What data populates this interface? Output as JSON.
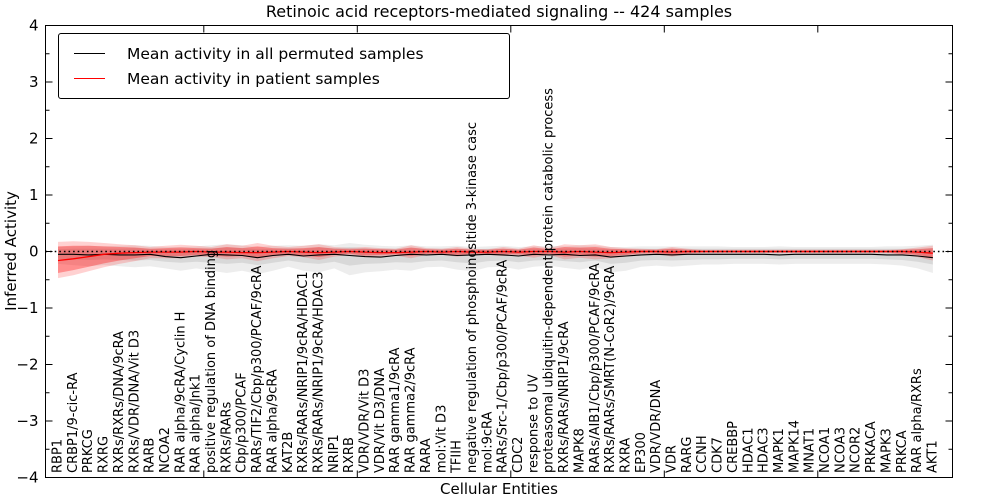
{
  "chart_data": {
    "type": "line",
    "title": "Retinoic acid receptors-mediated signaling -- 424 samples",
    "xlabel": "Cellular Entities",
    "ylabel": "Inferred Activity",
    "ylim": [
      -4,
      4
    ],
    "yticks_major": [
      -4,
      -3,
      -2,
      -1,
      0,
      1,
      2,
      3,
      4
    ],
    "ytick_minor_step": 0.5,
    "xticks_major_indices": [
      10,
      20,
      30,
      40,
      50
    ],
    "grid": false,
    "legend_position": "upper-left",
    "zero_line": {
      "y": 0,
      "style": "dotted",
      "color": "#000000"
    },
    "categories": [
      "RBP1",
      "CRBP1/9-cic-RA",
      "PRKCG",
      "RXRG",
      "RXRs/RXRs/DNA/9cRA",
      "RXRs/VDR/DNA/Vit D3",
      "RARB",
      "NCOA2",
      "RAR alpha/9cRA/Cyclin H",
      "RAR alpha/Jnk1",
      "positive regulation of DNA binding",
      "RXRs/RARs",
      "Cbp/p300/PCAF",
      "RARs/TIF2/Cbp/p300/PCAF/9cRA",
      "RAR alpha/9cRA",
      "KAT2B",
      "RXRs/RARs/NRIP1/9cRA/HDAC1",
      "RXRs/RARs/NRIP1/9cRA/HDAC3",
      "NRIP1",
      "RXRB",
      "VDR/VDR/Vit D3",
      "VDR/Vit D3/DNA",
      "RAR gamma1/9cRA",
      "RAR gamma2/9cRA",
      "RARA",
      "mol:Vit D3",
      "TFIIH",
      "negative regulation of phosphoinositide 3-kinase casc",
      "mol:9cRA",
      "RARs/Src-1/Cbp/p300/PCAF/9cRA",
      "CDC2",
      "response to UV",
      "proteasomal ubiquitin-dependent protein catabolic process",
      "RXRs/RARs/NRIP1/9cRA",
      "MAPK8",
      "RARs/AIB1/Cbp/p300/PCAF/9cRA",
      "RXRs/RARs/SMRT(N-CoR2)/9cRA",
      "RXRA",
      "EP300",
      "VDR/VDR/DNA",
      "VDR",
      "RARG",
      "CCNH",
      "CDK7",
      "CREBBP",
      "HDAC1",
      "HDAC3",
      "MAPK1",
      "MAPK14",
      "MNAT1",
      "NCOA1",
      "NCOA3",
      "NCOR2",
      "PRKACA",
      "MAPK3",
      "PRKCA",
      "RAR alpha/RXRs",
      "AKT1"
    ],
    "series": [
      {
        "name": "Mean activity in all permuted samples",
        "color": "#000000",
        "band_color": "#888888",
        "mean": [
          -0.05,
          -0.05,
          -0.06,
          -0.05,
          -0.06,
          -0.06,
          -0.05,
          -0.09,
          -0.11,
          -0.08,
          -0.05,
          -0.06,
          -0.07,
          -0.11,
          -0.07,
          -0.05,
          -0.08,
          -0.06,
          -0.05,
          -0.07,
          -0.09,
          -0.1,
          -0.07,
          -0.05,
          -0.06,
          -0.05,
          -0.07,
          -0.06,
          -0.05,
          -0.06,
          -0.08,
          -0.05,
          -0.06,
          -0.05,
          -0.07,
          -0.06,
          -0.1,
          -0.08,
          -0.06,
          -0.05,
          -0.06,
          -0.05,
          -0.05,
          -0.05,
          -0.05,
          -0.05,
          -0.05,
          -0.06,
          -0.05,
          -0.05,
          -0.05,
          -0.05,
          -0.05,
          -0.05,
          -0.06,
          -0.06,
          -0.08,
          -0.11
        ],
        "band_inner_upper": [
          0.04,
          0.05,
          0.05,
          0.05,
          0.05,
          0.06,
          0.05,
          0.04,
          0.04,
          0.05,
          0.06,
          0.07,
          0.06,
          0.04,
          0.05,
          0.06,
          0.05,
          0.07,
          0.06,
          0.08,
          0.06,
          0.05,
          0.05,
          0.06,
          0.05,
          0.05,
          0.05,
          0.04,
          0.05,
          0.05,
          0.04,
          0.05,
          0.05,
          0.05,
          0.06,
          0.05,
          0.04,
          0.04,
          0.05,
          0.05,
          0.05,
          0.05,
          0.05,
          0.05,
          0.05,
          0.05,
          0.05,
          0.05,
          0.05,
          0.05,
          0.05,
          0.05,
          0.05,
          0.05,
          0.05,
          0.05,
          0.05,
          0.06
        ],
        "band_inner_lower": [
          -0.13,
          -0.14,
          -0.15,
          -0.14,
          -0.15,
          -0.16,
          -0.15,
          -0.18,
          -0.2,
          -0.18,
          -0.2,
          -0.22,
          -0.2,
          -0.24,
          -0.2,
          -0.16,
          -0.2,
          -0.22,
          -0.18,
          -0.25,
          -0.22,
          -0.21,
          -0.19,
          -0.2,
          -0.17,
          -0.16,
          -0.19,
          -0.21,
          -0.17,
          -0.16,
          -0.19,
          -0.16,
          -0.15,
          -0.17,
          -0.19,
          -0.16,
          -0.22,
          -0.2,
          -0.16,
          -0.15,
          -0.16,
          -0.15,
          -0.14,
          -0.14,
          -0.13,
          -0.13,
          -0.13,
          -0.14,
          -0.13,
          -0.13,
          -0.13,
          -0.13,
          -0.13,
          -0.13,
          -0.14,
          -0.15,
          -0.18,
          -0.23
        ],
        "band_outer_upper": [
          0.08,
          0.09,
          0.1,
          0.09,
          0.1,
          0.11,
          0.1,
          0.08,
          0.08,
          0.09,
          0.11,
          0.13,
          0.11,
          0.08,
          0.1,
          0.11,
          0.1,
          0.13,
          0.11,
          0.15,
          0.12,
          0.1,
          0.09,
          0.11,
          0.09,
          0.09,
          0.1,
          0.08,
          0.09,
          0.1,
          0.08,
          0.09,
          0.1,
          0.09,
          0.11,
          0.1,
          0.08,
          0.08,
          0.09,
          0.09,
          0.09,
          0.09,
          0.09,
          0.09,
          0.08,
          0.08,
          0.08,
          0.09,
          0.08,
          0.08,
          0.08,
          0.08,
          0.08,
          0.08,
          0.09,
          0.09,
          0.1,
          0.12
        ],
        "band_outer_lower": [
          -0.22,
          -0.24,
          -0.26,
          -0.24,
          -0.26,
          -0.28,
          -0.26,
          -0.3,
          -0.34,
          -0.3,
          -0.34,
          -0.38,
          -0.34,
          -0.4,
          -0.34,
          -0.27,
          -0.34,
          -0.37,
          -0.3,
          -0.42,
          -0.37,
          -0.35,
          -0.32,
          -0.34,
          -0.28,
          -0.27,
          -0.32,
          -0.35,
          -0.28,
          -0.27,
          -0.32,
          -0.27,
          -0.25,
          -0.29,
          -0.32,
          -0.27,
          -0.37,
          -0.34,
          -0.27,
          -0.25,
          -0.27,
          -0.25,
          -0.23,
          -0.23,
          -0.22,
          -0.22,
          -0.22,
          -0.23,
          -0.22,
          -0.22,
          -0.22,
          -0.22,
          -0.22,
          -0.22,
          -0.23,
          -0.25,
          -0.3,
          -0.38
        ]
      },
      {
        "name": "Mean activity in patient samples",
        "color": "#ff0000",
        "band_color": "#ff0000",
        "mean": [
          -0.16,
          -0.13,
          -0.09,
          -0.05,
          -0.03,
          -0.02,
          -0.01,
          -0.01,
          -0.01,
          0.0,
          -0.01,
          -0.01,
          -0.02,
          -0.02,
          -0.01,
          0.0,
          -0.01,
          -0.02,
          -0.01,
          0.0,
          -0.01,
          -0.02,
          -0.02,
          -0.01,
          0.0,
          -0.01,
          0.0,
          -0.01,
          -0.01,
          0.0,
          -0.01,
          0.0,
          0.0,
          -0.01,
          0.0,
          -0.01,
          -0.02,
          -0.01,
          0.0,
          0.0,
          -0.01,
          0.0,
          0.0,
          0.0,
          0.0,
          0.0,
          0.0,
          0.0,
          0.0,
          0.0,
          0.0,
          0.0,
          0.0,
          0.0,
          0.0,
          0.0,
          -0.01,
          -0.03
        ],
        "band_inner_upper": [
          0.09,
          0.1,
          0.1,
          0.09,
          0.08,
          0.07,
          0.05,
          0.06,
          0.07,
          0.06,
          0.05,
          0.08,
          0.06,
          0.09,
          0.06,
          0.05,
          0.06,
          0.08,
          0.05,
          0.04,
          0.05,
          0.04,
          0.03,
          0.07,
          0.04,
          0.03,
          0.05,
          0.03,
          0.03,
          0.05,
          0.03,
          0.07,
          0.04,
          0.08,
          0.07,
          0.08,
          0.05,
          0.04,
          0.03,
          0.03,
          0.05,
          0.03,
          0.02,
          0.02,
          0.02,
          0.02,
          0.02,
          0.02,
          0.02,
          0.02,
          0.02,
          0.02,
          0.02,
          0.02,
          0.02,
          0.03,
          0.04,
          0.06
        ],
        "band_inner_lower": [
          -0.38,
          -0.33,
          -0.27,
          -0.21,
          -0.16,
          -0.12,
          -0.08,
          -0.08,
          -0.08,
          -0.06,
          -0.07,
          -0.09,
          -0.08,
          -0.11,
          -0.08,
          -0.05,
          -0.07,
          -0.1,
          -0.06,
          -0.04,
          -0.07,
          -0.06,
          -0.05,
          -0.08,
          -0.04,
          -0.04,
          -0.06,
          -0.04,
          -0.04,
          -0.05,
          -0.05,
          -0.07,
          -0.04,
          -0.09,
          -0.07,
          -0.09,
          -0.08,
          -0.06,
          -0.03,
          -0.03,
          -0.06,
          -0.03,
          -0.02,
          -0.02,
          -0.02,
          -0.02,
          -0.02,
          -0.02,
          -0.02,
          -0.02,
          -0.02,
          -0.02,
          -0.02,
          -0.02,
          -0.02,
          -0.04,
          -0.06,
          -0.11
        ],
        "band_outer_upper": [
          0.17,
          0.18,
          0.17,
          0.15,
          0.13,
          0.11,
          0.08,
          0.1,
          0.12,
          0.1,
          0.08,
          0.13,
          0.1,
          0.15,
          0.1,
          0.08,
          0.1,
          0.13,
          0.08,
          0.06,
          0.08,
          0.06,
          0.05,
          0.11,
          0.06,
          0.05,
          0.08,
          0.05,
          0.04,
          0.08,
          0.05,
          0.11,
          0.06,
          0.13,
          0.11,
          0.13,
          0.08,
          0.06,
          0.05,
          0.04,
          0.08,
          0.05,
          0.03,
          0.03,
          0.03,
          0.03,
          0.03,
          0.03,
          0.03,
          0.03,
          0.03,
          0.03,
          0.03,
          0.03,
          0.03,
          0.04,
          0.07,
          0.1
        ],
        "band_outer_lower": [
          -0.47,
          -0.42,
          -0.35,
          -0.28,
          -0.22,
          -0.17,
          -0.12,
          -0.12,
          -0.12,
          -0.09,
          -0.1,
          -0.14,
          -0.12,
          -0.17,
          -0.12,
          -0.08,
          -0.1,
          -0.15,
          -0.09,
          -0.06,
          -0.1,
          -0.09,
          -0.07,
          -0.12,
          -0.06,
          -0.06,
          -0.09,
          -0.06,
          -0.06,
          -0.08,
          -0.07,
          -0.11,
          -0.06,
          -0.14,
          -0.11,
          -0.14,
          -0.12,
          -0.09,
          -0.05,
          -0.04,
          -0.09,
          -0.05,
          -0.03,
          -0.03,
          -0.03,
          -0.03,
          -0.03,
          -0.03,
          -0.03,
          -0.03,
          -0.03,
          -0.03,
          -0.03,
          -0.03,
          -0.03,
          -0.06,
          -0.1,
          -0.16
        ]
      }
    ]
  },
  "legend": {
    "entries": [
      {
        "label": "Mean activity in all permuted samples",
        "color": "#000000"
      },
      {
        "label": "Mean activity in patient samples",
        "color": "#ff0000"
      }
    ]
  }
}
